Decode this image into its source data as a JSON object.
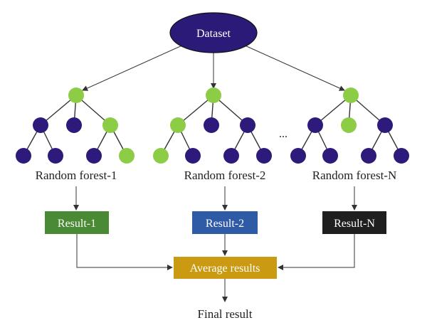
{
  "title_node": {
    "label": "Dataset"
  },
  "ellipsis": "...",
  "forests": [
    {
      "label": "Random forest-1",
      "result": "Result-1",
      "node_colors": [
        "green",
        "purple",
        "purple",
        "green",
        "purple",
        "purple",
        "purple",
        "green"
      ]
    },
    {
      "label": "Random forest-2",
      "result": "Result-2",
      "node_colors": [
        "green",
        "green",
        "purple",
        "purple",
        "green",
        "purple",
        "purple",
        "purple"
      ]
    },
    {
      "label": "Random forest-N",
      "result": "Result-N",
      "node_colors": [
        "green",
        "purple",
        "green",
        "purple",
        "purple",
        "purple",
        "purple",
        "purple"
      ]
    }
  ],
  "aggregate": {
    "label": "Average results"
  },
  "final": {
    "label": "Final result"
  },
  "colors": {
    "dataset_fill": "#2c1a78",
    "node_purple": "#2e1a7a",
    "node_green": "#8dcc45",
    "result_1": "#4a8a34",
    "result_2": "#2e5aa6",
    "result_n": "#1f1f1f",
    "average": "#c99a12"
  }
}
